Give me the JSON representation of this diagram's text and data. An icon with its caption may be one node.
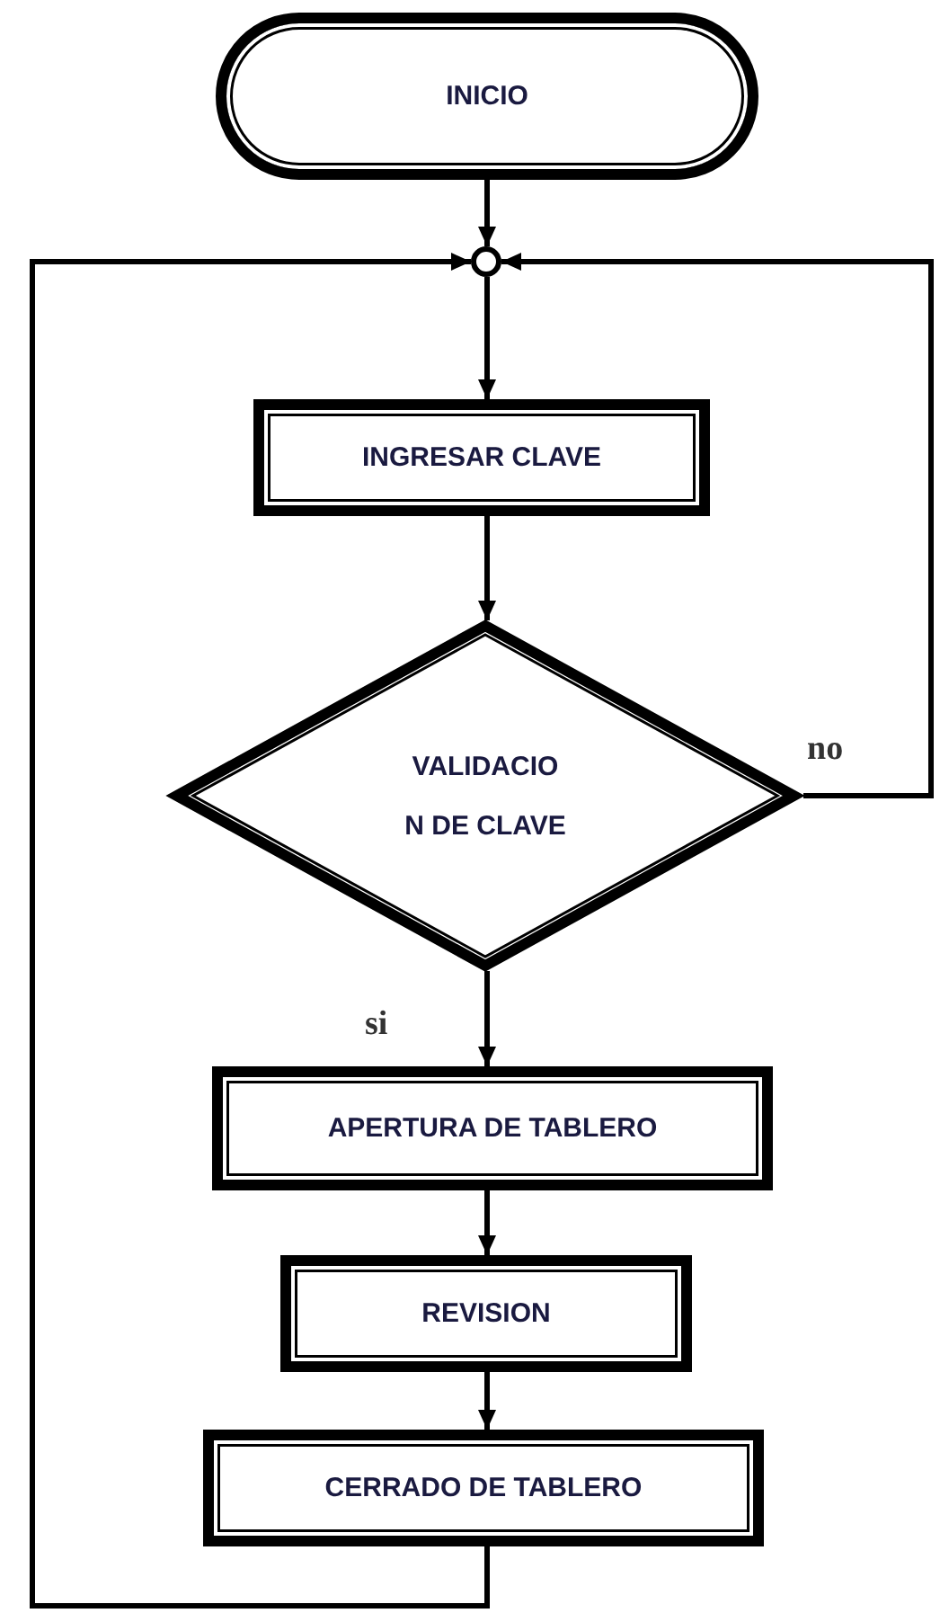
{
  "diagram": {
    "nodes": [
      {
        "text": [
          "INICIO"
        ]
      },
      {
        "text": [],
        "shape": "circle"
      },
      {
        "text": [
          "INGRESAR CLAVE"
        ]
      },
      {
        "text": [
          "VALIDACIO N DE CLAVE"
        ]
      },
      {
        "text": [
          "APERTURA DE TABLERO"
        ]
      },
      {
        "text": [
          "REVISION"
        ]
      },
      {
        "text": [
          "CERRADO DE TABLERO"
        ]
      }
    ],
    "edges": [
      {
        "from": 0,
        "to": 1,
        "arrow": "to"
      },
      {
        "from": 1,
        "to": 2,
        "arrow": "to"
      },
      {
        "from": 2,
        "to": 3,
        "arrow": "to"
      },
      {
        "from": 3,
        "to": 4,
        "arrow": "to",
        "label": "si"
      },
      {
        "from": 4,
        "to": 5,
        "arrow": "to"
      },
      {
        "from": 5,
        "to": 6,
        "arrow": "to"
      },
      {
        "from": 6,
        "to": 1,
        "arrow": "to"
      },
      {
        "from": 3,
        "to": 1,
        "arrow": "to",
        "label": "no"
      }
    ]
  }
}
